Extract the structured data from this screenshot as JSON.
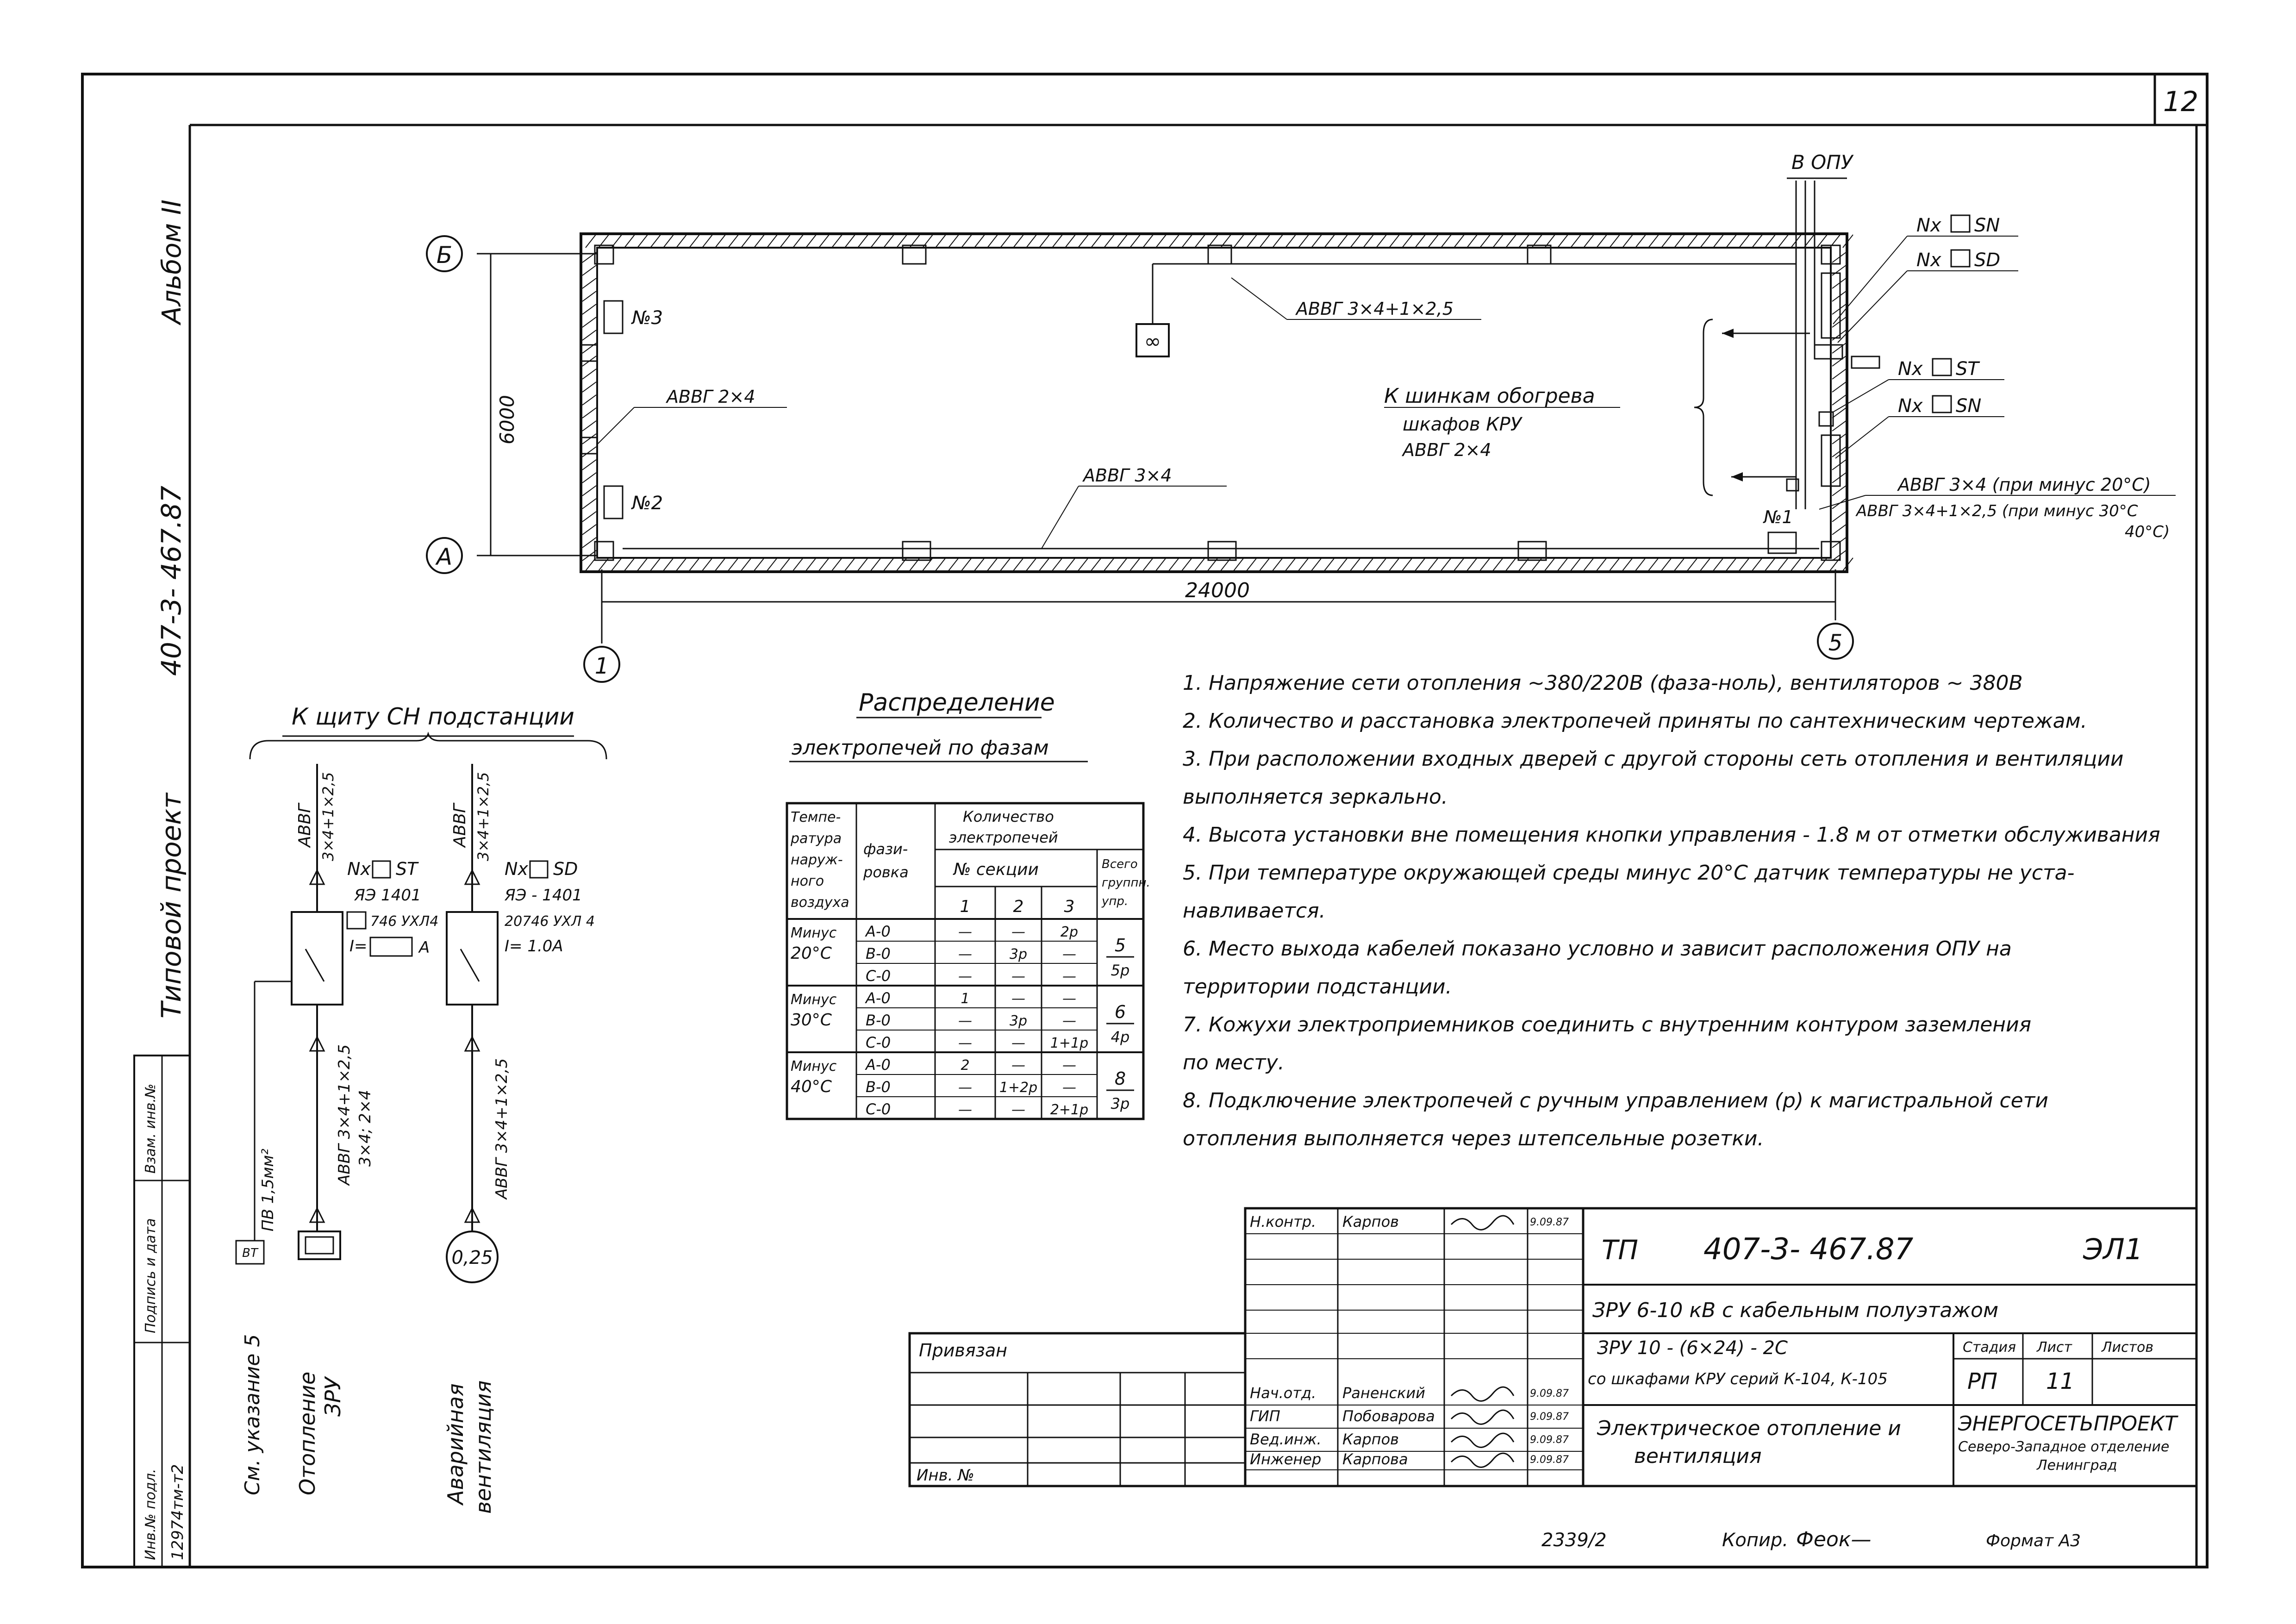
{
  "sheet_number": "12",
  "margin": {
    "album": "Альбом II",
    "project": "407-3- 467.87",
    "typical": "Типовой проект",
    "stamp_labels": [
      "Инв.№ подл.",
      "Подпись и дата",
      "Взам. инв.№"
    ],
    "stamp_value": "12974тм-т2"
  },
  "plan": {
    "axis_b": "Б",
    "axis_a": "А",
    "axis_1": "1",
    "axis_5": "5",
    "width_dim": "6000",
    "length_dim": "24000",
    "to_opu": "В ОПУ",
    "cable_top": "АВВГ 3×4+1×2,5",
    "cable_left": "АВВГ 2×4",
    "cable_bottom": "АВВГ 3×4",
    "heater_3": "№3",
    "heater_2": "№2",
    "heater_1": "№1",
    "kru_line1": "К шинкам обогрева",
    "kru_line2": "шкафов КРУ",
    "kru_line3": "АВВГ 2×4",
    "nx_sn_top": "Nx",
    "sn_top": "SN",
    "nx_sd": "Nx",
    "sd": "SD",
    "nx_st": "Nx",
    "st": "ST",
    "nx_sn": "Nx",
    "sn": "SN",
    "cable_right_1": "АВВГ 3×4 (при минус 20°С)",
    "cable_right_2": "АВВГ 3×4+1×2,5 (при минус 30°С",
    "cable_right_3": "40°С)"
  },
  "scheme": {
    "header": "К щиту СН подстанции",
    "cable_a": "АВВГ",
    "cable_a_spec": "3×4+1×2,5",
    "cable_b": "АВВГ",
    "cable_b_spec": "3×4+1×2,5",
    "nx1": "Nx",
    "st": "ST",
    "ya1": "ЯЭ 1401",
    "spec1": "746 УХЛ4",
    "i1": "I=",
    "i1_unit": "А",
    "nx2": "Nx",
    "sd": "SD",
    "ya2": "ЯЭ - 1401",
    "spec2": "20746 УХЛ 4",
    "i2": "I= 1.0А",
    "pv": "ПВ 1,5мм²",
    "load_cable_1": "АВВГ 3×4+1×2,5",
    "load_cable_2": "3×4; 2×4",
    "vent_cable": "АВВГ 3×4+1×2,5",
    "bt": "ВТ",
    "vent_power": "0,25",
    "lbl_see": "См. указание 5",
    "lbl_heat_1": "Отопление",
    "lbl_heat_2": "ЗРУ",
    "lbl_vent_1": "Аварийная",
    "lbl_vent_2": "вентиляция"
  },
  "phase_table": {
    "title_1": "Распределение",
    "title_2": "электропечей по фазам",
    "h_temp": [
      "Темпе-",
      "ратура",
      "наруж-",
      "ного",
      "воздуха"
    ],
    "h_phase": [
      "фази-",
      "ровка"
    ],
    "h_qty": [
      "Количество",
      "электропечей"
    ],
    "h_sect": "№ секции",
    "h_total": [
      "Всего",
      "группн.",
      "упр."
    ],
    "sections": [
      "1",
      "2",
      "3"
    ],
    "groups": [
      {
        "temp": [
          "Минус",
          "20°С"
        ],
        "rows": [
          {
            "ph": "А-0",
            "c1": "—",
            "c2": "—",
            "c3": "2р"
          },
          {
            "ph": "В-0",
            "c1": "—",
            "c2": "3р",
            "c3": "—"
          },
          {
            "ph": "С-0",
            "c1": "—",
            "c2": "—",
            "c3": "—"
          }
        ],
        "total": "5",
        "total_r": "5р"
      },
      {
        "temp": [
          "Минус",
          "30°С"
        ],
        "rows": [
          {
            "ph": "А-0",
            "c1": "1",
            "c2": "—",
            "c3": "—"
          },
          {
            "ph": "В-0",
            "c1": "—",
            "c2": "3р",
            "c3": "—"
          },
          {
            "ph": "С-0",
            "c1": "—",
            "c2": "—",
            "c3": "1+1р"
          }
        ],
        "total": "6",
        "total_r": "4р"
      },
      {
        "temp": [
          "Минус",
          "40°С"
        ],
        "rows": [
          {
            "ph": "А-0",
            "c1": "2",
            "c2": "—",
            "c3": "—"
          },
          {
            "ph": "В-0",
            "c1": "—",
            "c2": "1+2р",
            "c3": "—"
          },
          {
            "ph": "С-0",
            "c1": "—",
            "c2": "—",
            "c3": "2+1р"
          }
        ],
        "total": "8",
        "total_r": "3р"
      }
    ]
  },
  "notes": [
    "1.  Напряжение сети отопления ~380/220В (фаза-ноль), вентиляторов ~ 380В",
    "2.  Количество и расстановка электропечей приняты по сантехническим чертежам.",
    "3.  При расположении входных дверей с другой стороны сеть отопления и вентиляции",
    "     выполняется зеркально.",
    "4.  Высота установки вне помещения кнопки управления - 1.8 м от отметки обслуживания",
    "5.  При температуре окружающей среды минус 20°С датчик температуры не уста-",
    "     навливается.",
    "6.  Место выхода кабелей показано условно и зависит расположения ОПУ на",
    "     территории подстанции.",
    "7.  Кожухи электроприемников соединить с внутренним контуром заземления",
    "     по месту.",
    "8.  Подключение электропечей с ручным управлением (р) к магистральной сети",
    "     отопления выполняется через штепсельные розетки."
  ],
  "title_block": {
    "n_kontr": "Н.контр.",
    "n_kontr_name": "Карпов",
    "date_1": "9.09.87",
    "privyazan": "Привязан",
    "inv": "Инв. №",
    "nach_otd": "Нач.отд.",
    "nach_otd_name": "Раненский",
    "gip": "ГИП",
    "gip_name": "Побоварова",
    "ved_inzh": "Вед.инж.",
    "ved_inzh_name": "Карпов",
    "inzhener": "Инженер",
    "inzhener_name": "Карпова",
    "date_2": "9.09.87",
    "date_3": "9.09.87",
    "date_4": "9.09.87",
    "date_5": "9.09.87",
    "tp": "ТП",
    "code": "407-3- 467.87",
    "sheet_code": "ЭЛ1",
    "object": "ЗРУ 6-10 кВ  с кабельным  полуэтажом",
    "sub_1": "ЗРУ 10 - (6×24) - 2С",
    "sub_2": "со шкафами КРУ серий К-104, К-105",
    "stadia": "Стадия",
    "list": "Лист",
    "listov": "Листов",
    "stadia_v": "РП",
    "list_v": "11",
    "drawing_title_1": "Электрическое  отопление и",
    "drawing_title_2": "вентиляция",
    "org": "ЭНЕРГОСЕТЬПРОЕКТ",
    "org_sub_1": "Северо-Западное отделение",
    "org_sub_2": "Ленинград"
  },
  "footer": {
    "num": "2339/2",
    "kopir": "Копир.",
    "kopir_sig": "Феок—",
    "format": "Формат А3"
  }
}
